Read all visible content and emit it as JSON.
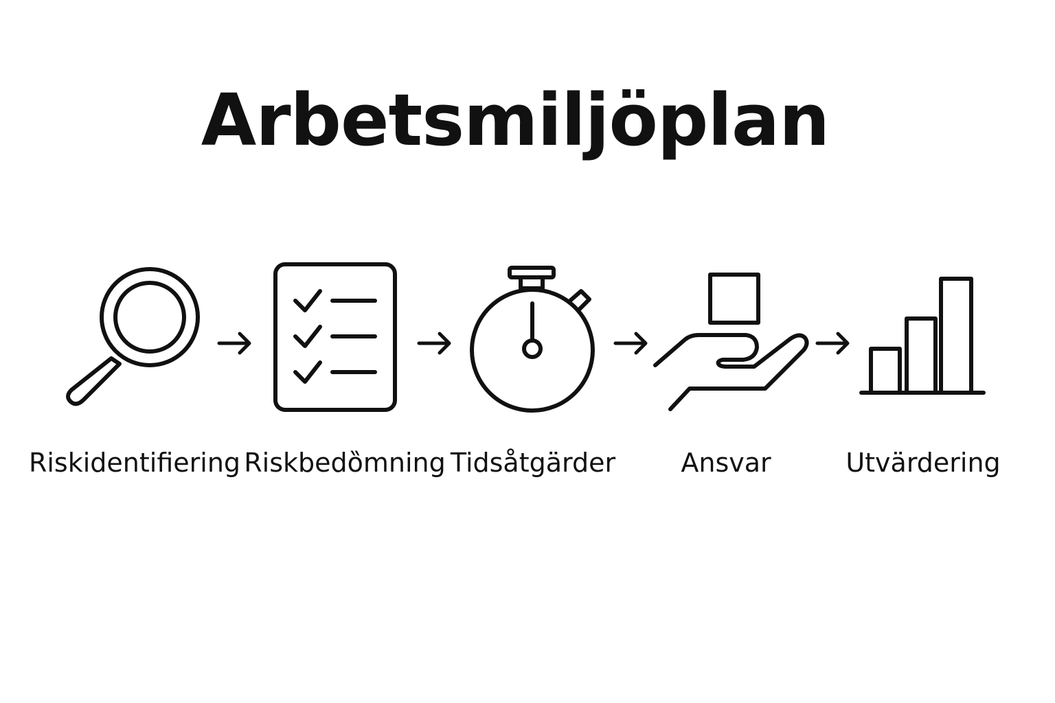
{
  "title": "Arbetsmiljöplan",
  "stroke_color": "#111111",
  "background_color": "#ffffff",
  "steps": [
    {
      "label": "Riskidentifiering",
      "icon": "magnifying-glass-icon"
    },
    {
      "label": "Riskbedȍmning",
      "icon": "checklist-icon"
    },
    {
      "label": "Tidsåtgärder",
      "icon": "stopwatch-icon"
    },
    {
      "label": "Ansvar",
      "icon": "hand-holding-box-icon"
    },
    {
      "label": "Utvärdering",
      "icon": "bar-chart-icon"
    }
  ],
  "arrow_icon": "right-arrow-icon"
}
